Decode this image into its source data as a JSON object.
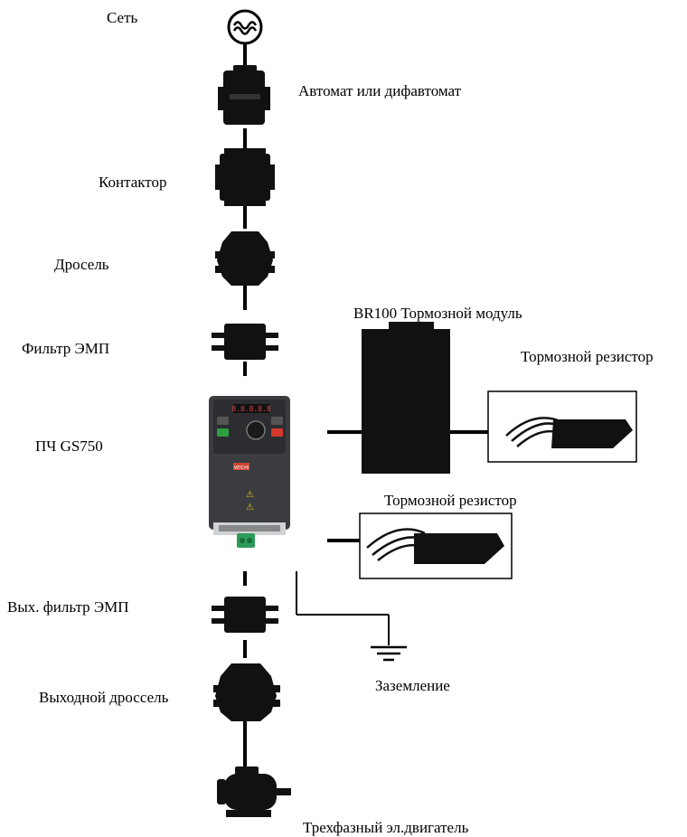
{
  "labels": {
    "network": "Сеть",
    "breaker": "Автомат или дифавтомат",
    "contactor": "Контактор",
    "choke": "Дросель",
    "emi_filter": "Фильтр ЭМП",
    "vfd": "ПЧ GS750",
    "brake_module": "BR100 Тормозной модуль",
    "brake_resistor_1": "Тормозной резистор",
    "brake_resistor_2": "Тормозной резистор",
    "output_emi_filter": "Вых. фильтр ЭМП",
    "output_choke": "Выходной дроссель",
    "grounding": "Заземление",
    "motor": "Трехфазный эл.двигатель"
  },
  "vfd_panel": {
    "display": "8.8.8.8.8",
    "brand": "VEICHI",
    "warning_1": "⚠",
    "warning_2": "⚠"
  },
  "colors": {
    "line": "#000000",
    "device": "#111111",
    "vfd_body": "#3a3c3f",
    "vfd_panel": "#2b2d30",
    "run_button": "#2e9e3e",
    "stop_button": "#d33a2c",
    "warning": "#e2c21b",
    "terminal": "#2d9b5a"
  }
}
